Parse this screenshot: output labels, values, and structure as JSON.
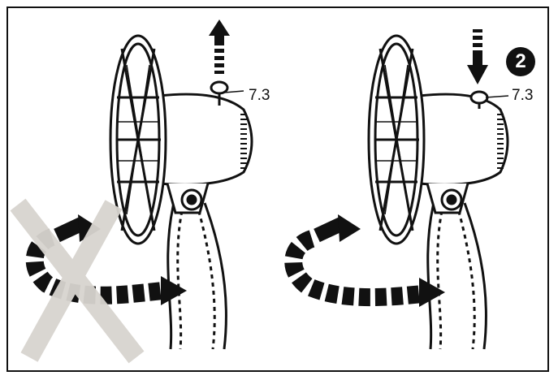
{
  "diagram": {
    "step_badge": "2",
    "left_panel": {
      "callout": "7.3",
      "screw_direction": "up",
      "status": "incorrect"
    },
    "right_panel": {
      "callout": "7.3",
      "screw_direction": "down",
      "status": "correct"
    },
    "colors": {
      "line": "#111111",
      "cross_mark": "#d8d4cf",
      "background": "#ffffff"
    },
    "icons": [
      "fan-illustration",
      "up-arrow-icon",
      "down-arrow-icon",
      "rotation-arrow-icon",
      "cross-mark-icon",
      "step-badge"
    ]
  }
}
